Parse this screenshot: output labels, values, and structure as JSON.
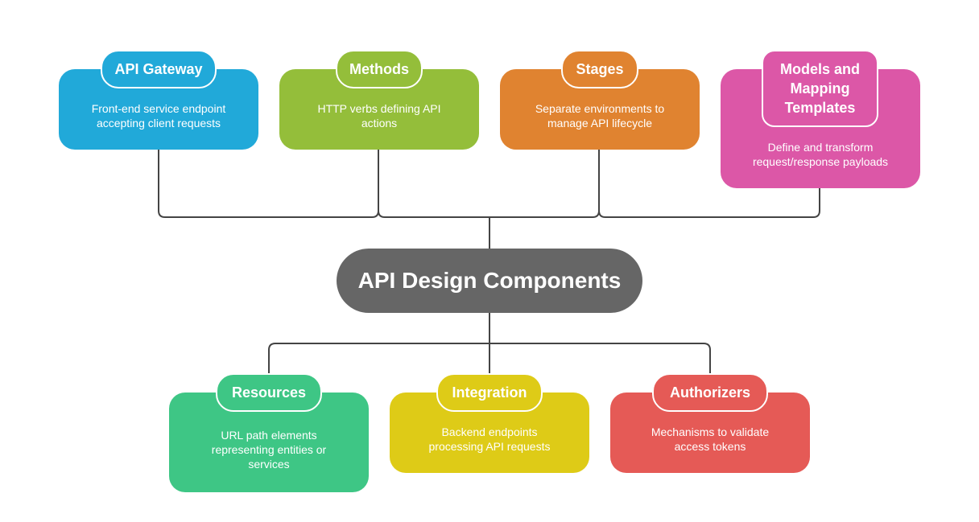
{
  "title": "API Design Components",
  "colors": {
    "connector": "#444444",
    "center": "#666666"
  },
  "top_components": [
    {
      "title": "API Gateway",
      "description": "Front-end service endpoint accepting client requests",
      "color": "#21A9D9"
    },
    {
      "title": "Methods",
      "description": "HTTP verbs defining API actions",
      "color": "#94BE3A"
    },
    {
      "title": "Stages",
      "description": "Separate environments to manage API lifecycle",
      "color": "#E08330"
    },
    {
      "title": "Models and Mapping Templates",
      "description": "Define and transform request/response payloads",
      "color": "#DC57A7"
    }
  ],
  "bottom_components": [
    {
      "title": "Resources",
      "description": "URL path elements representing entities or services",
      "color": "#3EC685"
    },
    {
      "title": "Integration",
      "description": "Backend endpoints processing API requests",
      "color": "#DECB17"
    },
    {
      "title": "Authorizers",
      "description": "Mechanisms to validate access tokens",
      "color": "#E55A56"
    }
  ]
}
